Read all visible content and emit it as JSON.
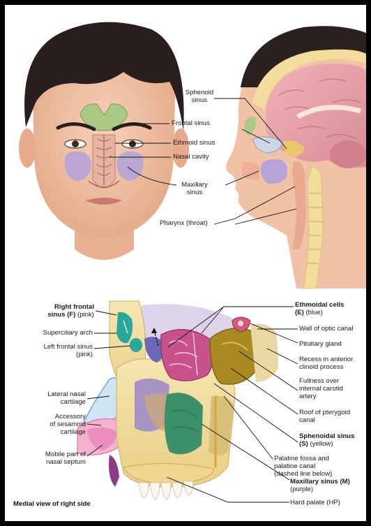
{
  "top_labels": {
    "sphenoid_sinus": [
      "Sphenoid",
      "sinus"
    ],
    "frontal_sinus": "Frontal sinus",
    "ethmoid_sinus": "Ethmoid sinus",
    "nasal_cavity": "Nasal cavity",
    "maxillary_sinus": [
      "Maxillary",
      "sinus"
    ],
    "pharynx": "Pharynx (throat)"
  },
  "left_labels": {
    "right_frontal_sinus": {
      "title": [
        "Right frontal",
        "sinus (F)"
      ],
      "note": "(pink)"
    },
    "superciliary_arch": "Superciliary arch",
    "left_frontal_sinus": [
      "Left frontal sinus",
      "(pink)"
    ],
    "lateral_nasal_cartilage": [
      "Lateral nasal",
      "cartilage"
    ],
    "accessory_sesamoid": [
      "Accessory",
      "of sesamoid",
      "cartilage"
    ],
    "mobile_septum": [
      "Mobile part of",
      "nasal septum"
    ]
  },
  "right_labels": {
    "ethmoidal_cells": {
      "title": "Ethmoidal cells",
      "sub": "(E)",
      "note": "(blue)"
    },
    "wall_optic_canal": "Wall of optic canal",
    "pituitary_gland": "Pituitary gland",
    "recess_clinoid": [
      "Recess in anterior",
      "clinoid process"
    ],
    "fullness_carotid": [
      "Fullness over",
      "internal carotid",
      "artery"
    ],
    "roof_pterygoid": [
      "Roof of pterygoid",
      "canal"
    ],
    "sphenoidal_sinus": {
      "title": "Sphenoidal sinus",
      "sub": "(S)",
      "note": "(yellow)"
    },
    "palatine_fossa": [
      "Palatine fossa and",
      "palatine canal",
      "(dashed line below)"
    ],
    "maxillary_sinus_m": {
      "title": "Maxillary sinus (M)",
      "note": "(purple)"
    },
    "hard_palate": "Hard palate (HP)"
  },
  "caption": "Medial view of right side",
  "colors": {
    "frontal": "#a9c985",
    "ethmoid": "#e7b3a0",
    "maxillary": "#b7a4d6",
    "skin": "#f0c1a4",
    "hair": "#2a1f1c",
    "bone": "#f2dd9c",
    "sphenoidal": "#a98a22",
    "ethmoidal_cells": "#c7538a",
    "teal": "#2aa79b",
    "pink": "#e78fbb",
    "blue": "#6fa6d7"
  }
}
